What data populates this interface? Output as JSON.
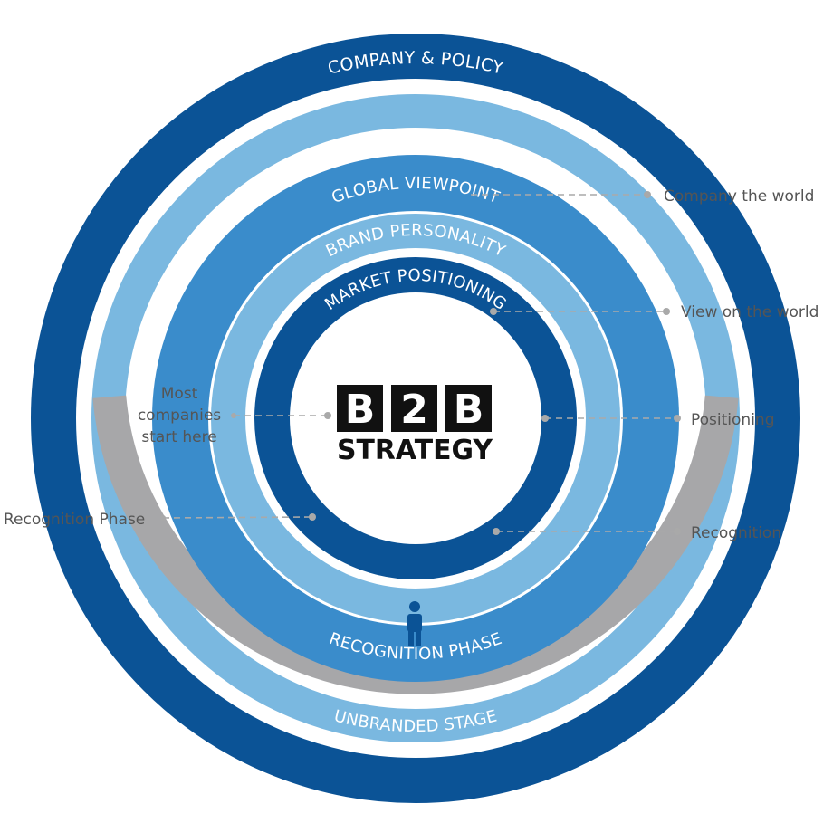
{
  "colors": {
    "dark_blue": "#0b5396",
    "medium_blue": "#3a8ccb",
    "light_blue": "#7ab8e0",
    "gray": "#a7a7a9",
    "annotation": "#555555",
    "connector": "#a9a9a9"
  },
  "rings": {
    "company_policy": "COMPANY & POLICY",
    "global_viewpoint": "GLOBAL VIEWPOINT",
    "brand_personality": "BRAND PERSONALITY",
    "market_positioning": "MARKET POSITIONING",
    "recognition_phase": "RECOGNITION PHASE",
    "unbranded_stage": "UNBRANDED STAGE"
  },
  "center": {
    "letters": [
      "B",
      "2",
      "B"
    ],
    "subtitle": "STRATEGY"
  },
  "annotations": {
    "company_world": "Company the world",
    "view_world": "View on the world",
    "positioning": "Positioning",
    "recognition": "Recognition",
    "most_companies": [
      "Most",
      "companies",
      "start here"
    ],
    "recognition_phase": "Recognition Phase"
  },
  "icons": {
    "person": "person-icon"
  }
}
